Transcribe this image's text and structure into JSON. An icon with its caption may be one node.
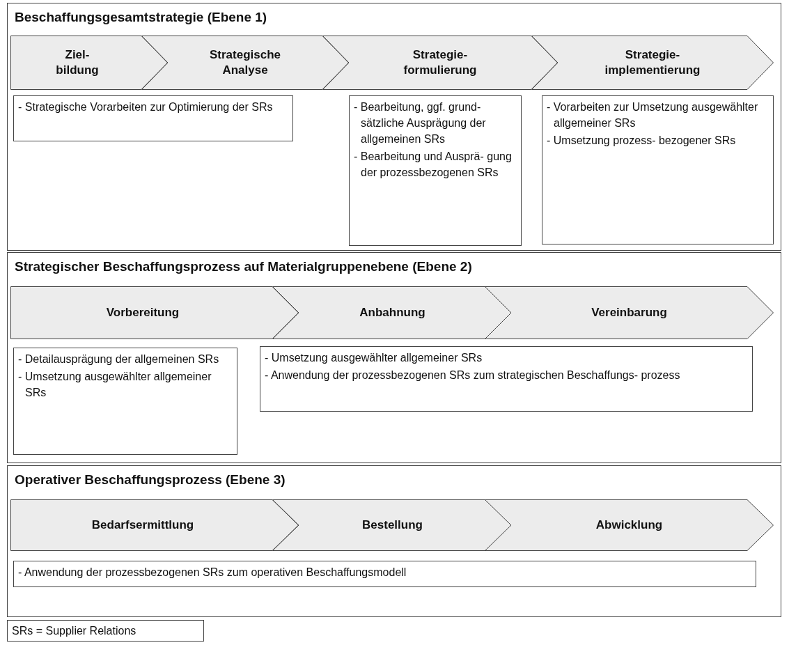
{
  "diagram": {
    "nodes": [
      {
        "text": [
          "Beschaffungsgesamtstrategie (Ebene 1)"
        ]
      },
      {
        "text": [
          "Ziel- bildung"
        ],
        "in": 0
      },
      {
        "text": [
          "Strategische Analyse"
        ],
        "in": 0
      },
      {
        "text": [
          "Strategie- formulierung"
        ],
        "in": 0
      },
      {
        "text": [
          "Strategie- implementierung"
        ],
        "in": 0
      },
      {
        "text": [
          "- Strategische Vorarbeiten zur Optimierung der SRs"
        ],
        "in": 0
      },
      {
        "text": [
          "- Bearbeitung, ggf. grund- sätzliche Ausprägung der allgemeinen SRs",
          "- Bearbeitung und Ausprä- gung der prozessbezogenen SRs"
        ],
        "in": 0
      },
      {
        "text": [
          "- Vorarbeiten zur Umsetzung ausgewählter allgemeiner SRs",
          "- Umsetzung prozess- bezogener SRs"
        ],
        "in": 0
      },
      {
        "text": [
          "Strategischer Beschaffungsprozess auf Materialgruppenebene (Ebene 2)"
        ]
      },
      {
        "text": [
          "Vorbereitung"
        ],
        "in": 8
      },
      {
        "text": [
          "Anbahnung"
        ],
        "in": 8
      },
      {
        "text": [
          "Vereinbarung"
        ],
        "in": 8
      },
      {
        "text": [
          "- Detailausprägung der allgemeinen SRs",
          "- Umsetzung ausgewählter allgemeiner SRs"
        ],
        "in": 8
      },
      {
        "text": [
          "- Umsetzung ausgewählter allgemeiner SRs",
          "- Anwendung der prozessbezogenen SRs zum strategischen Beschaffungs- prozess"
        ],
        "in": 8
      },
      {
        "text": [
          "Operativer Beschaffungsprozess (Ebene 3)"
        ]
      },
      {
        "text": [
          "Bedarfsermittlung"
        ],
        "in": 14
      },
      {
        "text": [
          "Bestellung"
        ],
        "in": 14
      },
      {
        "text": [
          "Abwicklung"
        ],
        "in": 14
      },
      {
        "text": [
          "- Anwendung der prozessbezogenen SRs zum operativen Beschaffungsmodell"
        ],
        "in": 14
      },
      {
        "text": [
          "SRs = Supplier Relations"
        ]
      }
    ]
  }
}
